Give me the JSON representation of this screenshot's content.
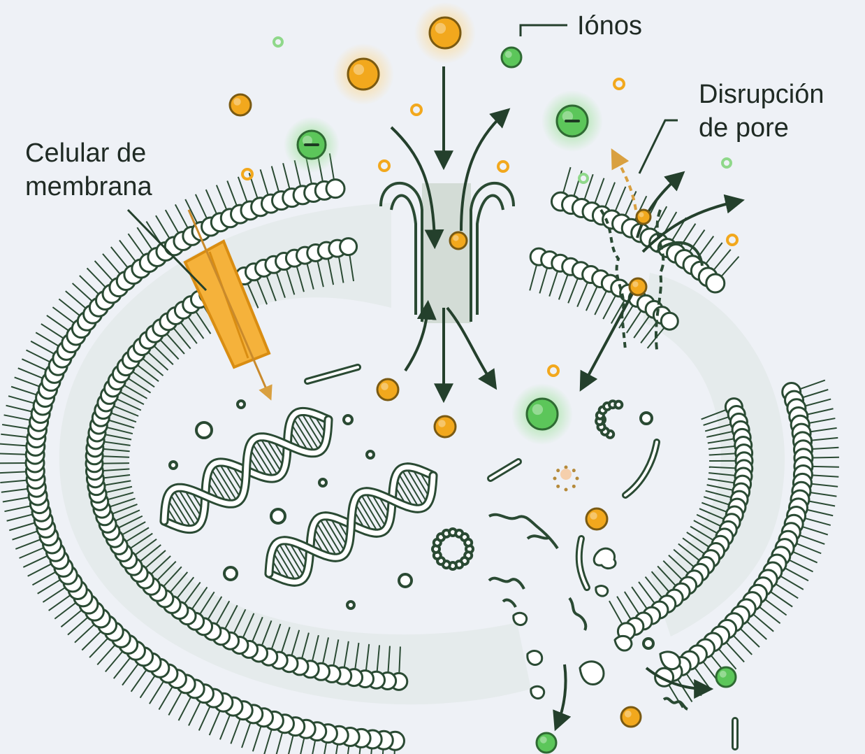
{
  "labels": {
    "membrane_line1": "Celular de",
    "membrane_line2": "membrana",
    "ions": "Iónos",
    "pore_line1": "Disrupción",
    "pore_line2": "de pore"
  },
  "colors": {
    "background": "#eef1f6",
    "membrane_stroke": "#2a4a33",
    "ion_orange": "#f2a81d",
    "ion_green": "#5cc65a",
    "channel_orange": "#f5b23b"
  },
  "icons": [
    "minus-sign-icon",
    "dna-helix-icon",
    "arrow-icon"
  ]
}
